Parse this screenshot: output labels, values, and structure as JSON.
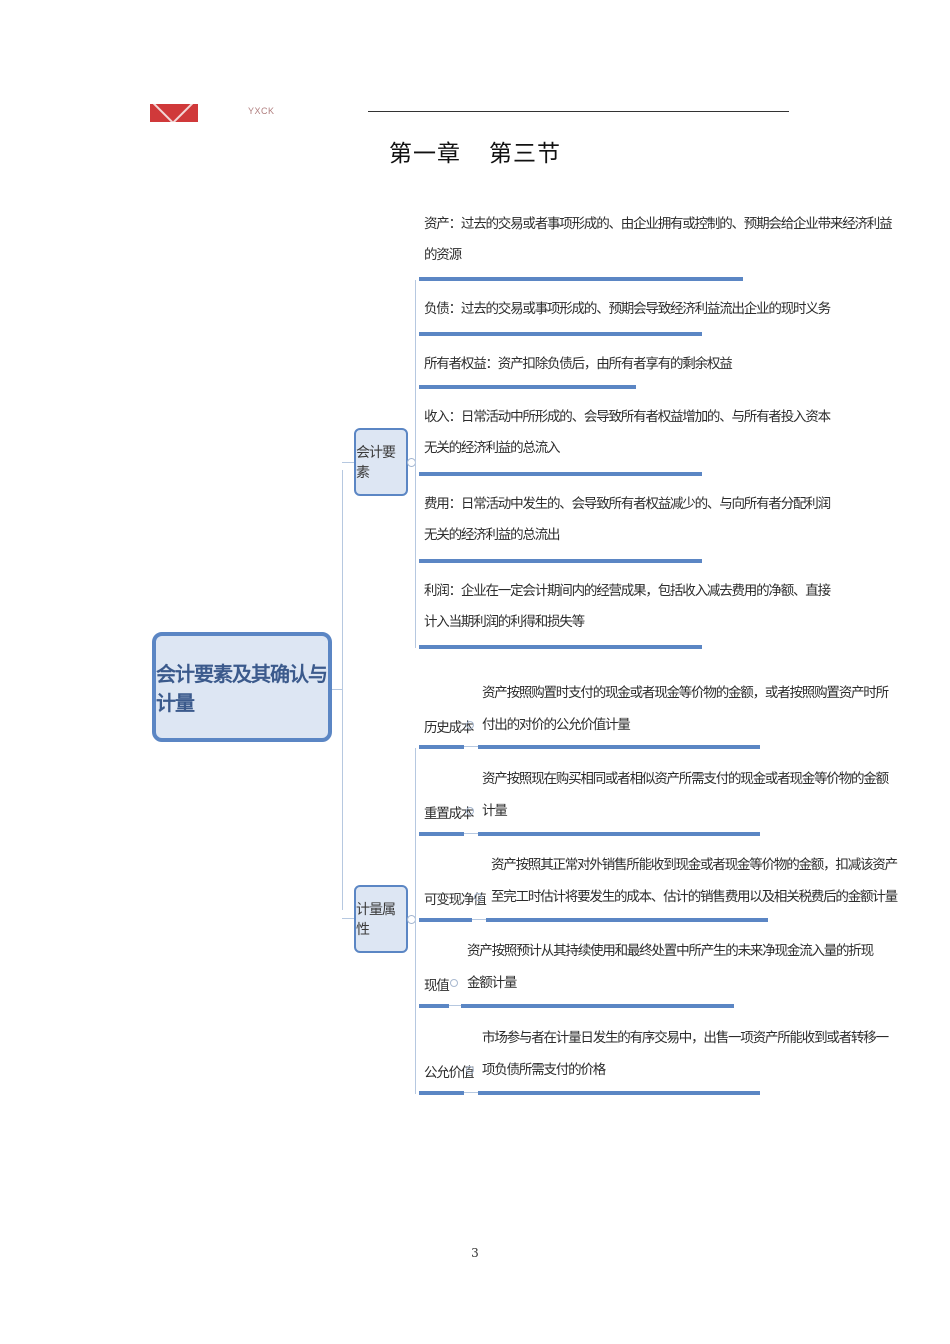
{
  "header": {
    "brand": "YXCK",
    "chapter": "第一章",
    "section": "第三节"
  },
  "mindmap": {
    "root": "会计要素及其确认与计量",
    "branches": [
      {
        "label": "会计要素",
        "items": [
          {
            "line1": "资产：过去的交易或者事项形成的、由企业拥有或控制的、预期会给企业带来经济利益",
            "line2": "的资源"
          },
          {
            "line1": "负债：过去的交易或事项形成的、预期会导致经济利益流出企业的现时义务",
            "line2": ""
          },
          {
            "line1": "所有者权益：资产扣除负债后，由所有者享有的剩余权益",
            "line2": ""
          },
          {
            "line1": "收入：日常活动中所形成的、会导致所有者权益增加的、与所有者投入资本",
            "line2": "无关的经济利益的总流入"
          },
          {
            "line1": "费用：日常活动中发生的、会导致所有者权益减少的、与向所有者分配利润",
            "line2": "无关的经济利益的总流出"
          },
          {
            "line1": "利润：企业在一定会计期间内的经营成果，包括收入减去费用的净额、直接",
            "line2": "计入当期利润的利得和损失等"
          }
        ]
      },
      {
        "label": "计量属性",
        "items": [
          {
            "label": "历史成本",
            "line1": "资产按照购置时支付的现金或者现金等价物的金额，或者按照购置资产时所",
            "line2": "付出的对价的公允价值计量"
          },
          {
            "label": "重置成本",
            "line1": "资产按照现在购买相同或者相似资产所需支付的现金或者现金等价物的金额",
            "line2": "计量"
          },
          {
            "label": "可变现净值",
            "line1": "资产按照其正常对外销售所能收到现金或者现金等价物的金额，扣减该资产",
            "line2": "至完工时估计将要发生的成本、估计的销售费用以及相关税费后的金额计量"
          },
          {
            "label": "现值",
            "line1": "资产按照预计从其持续使用和最终处置中所产生的未来净现金流入量的折现",
            "line2": "金额计量"
          },
          {
            "label": "公允价值",
            "line1": "市场参与者在计量日发生的有序交易中，出售一项资产所能收到或者转移一",
            "line2": "项负债所需支付的价格"
          }
        ]
      }
    ]
  },
  "footer": {
    "page_number": "3"
  }
}
